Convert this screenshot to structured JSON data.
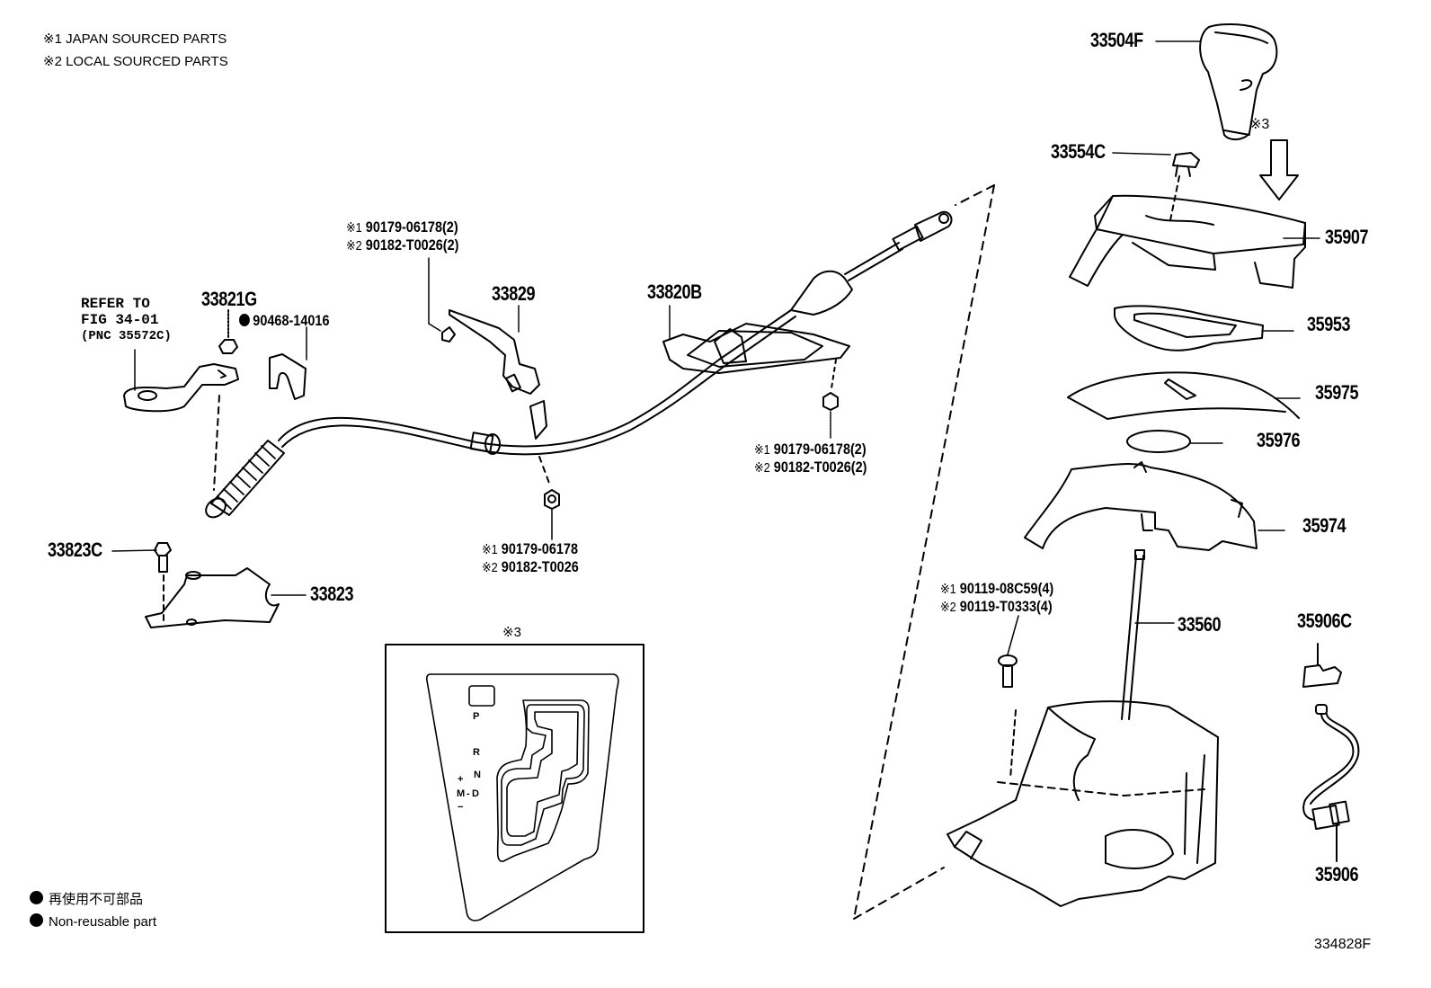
{
  "diagram": {
    "type": "parts-exploded-view",
    "figure_code": "334828F",
    "legend_top": [
      {
        "mark": "※1",
        "text": "JAPAN SOURCED PARTS"
      },
      {
        "mark": "※2",
        "text": "LOCAL SOURCED PARTS"
      }
    ],
    "legend_bottom": [
      {
        "symbol": "filled-dot",
        "text": "再使用不可部品"
      },
      {
        "symbol": "filled-dot",
        "text": "Non-reusable part"
      }
    ],
    "refer_note": {
      "line1": "REFER TO",
      "line2": "FIG 34-01",
      "line3": "(PNC 35572C)"
    },
    "parts": {
      "p33504F": "33504F",
      "p33554C": "33554C",
      "p35907": "35907",
      "p35953": "35953",
      "p35975": "35975",
      "p35976": "35976",
      "p35974": "35974",
      "p33560": "33560",
      "p35906C": "35906C",
      "p35906": "35906",
      "p33829": "33829",
      "p33820B": "33820B",
      "p33821G": "33821G",
      "p90468": "90468-14016",
      "p33823C": "33823C",
      "p33823": "33823"
    },
    "callouts": {
      "nut_upper": {
        "m1": "※1",
        "l1": "90179-06178(2)",
        "m2": "※2",
        "l2": "90182-T0026(2)"
      },
      "nut_right": {
        "m1": "※1",
        "l1": "90179-06178(2)",
        "m2": "※2",
        "l2": "90182-T0026(2)"
      },
      "nut_lower": {
        "m1": "※1",
        "l1": "90179-06178",
        "m2": "※2",
        "l2": "90182-T0026"
      },
      "bolt": {
        "m1": "※1",
        "l1": "90119-08C59(4)",
        "m2": "※2",
        "l2": "90119-T0333(4)"
      }
    },
    "detail_view": {
      "mark": "※3",
      "gate_labels": {
        "p": "P",
        "r": "R",
        "n": "N",
        "d": "D",
        "m": "M",
        "plus": "+",
        "minus": "−",
        "dash": "-"
      }
    },
    "arrow_mark": "※3"
  }
}
